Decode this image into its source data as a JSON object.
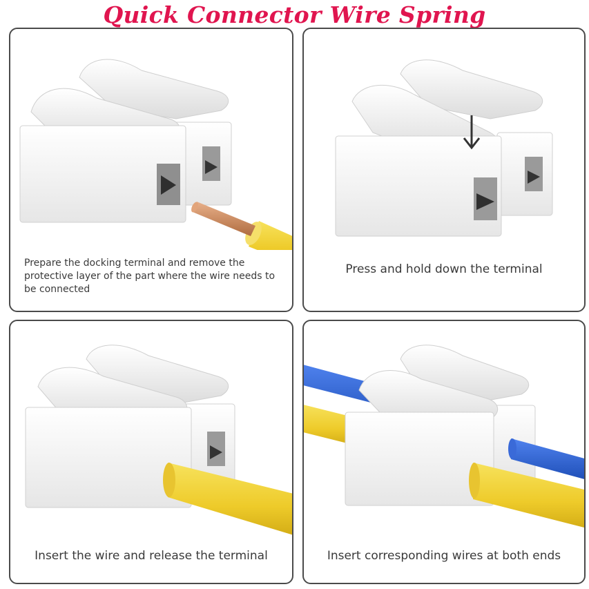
{
  "title": "Quick Connector Wire Spring",
  "steps": [
    {
      "caption": "Prepare the docking terminal and remove the protective layer of the part where the wire needs to be connected"
    },
    {
      "caption": "Press and hold down the terminal"
    },
    {
      "caption": "Insert the wire and release the terminal"
    },
    {
      "caption": "Insert corresponding wires at both ends"
    }
  ],
  "colors": {
    "title": "#e0154f",
    "connector": "#f4f4f4",
    "wire_yellow": "#f2d33a",
    "wire_blue": "#2f62d6",
    "copper": "#c98a5a"
  },
  "icons": [
    "down-arrow-icon"
  ]
}
